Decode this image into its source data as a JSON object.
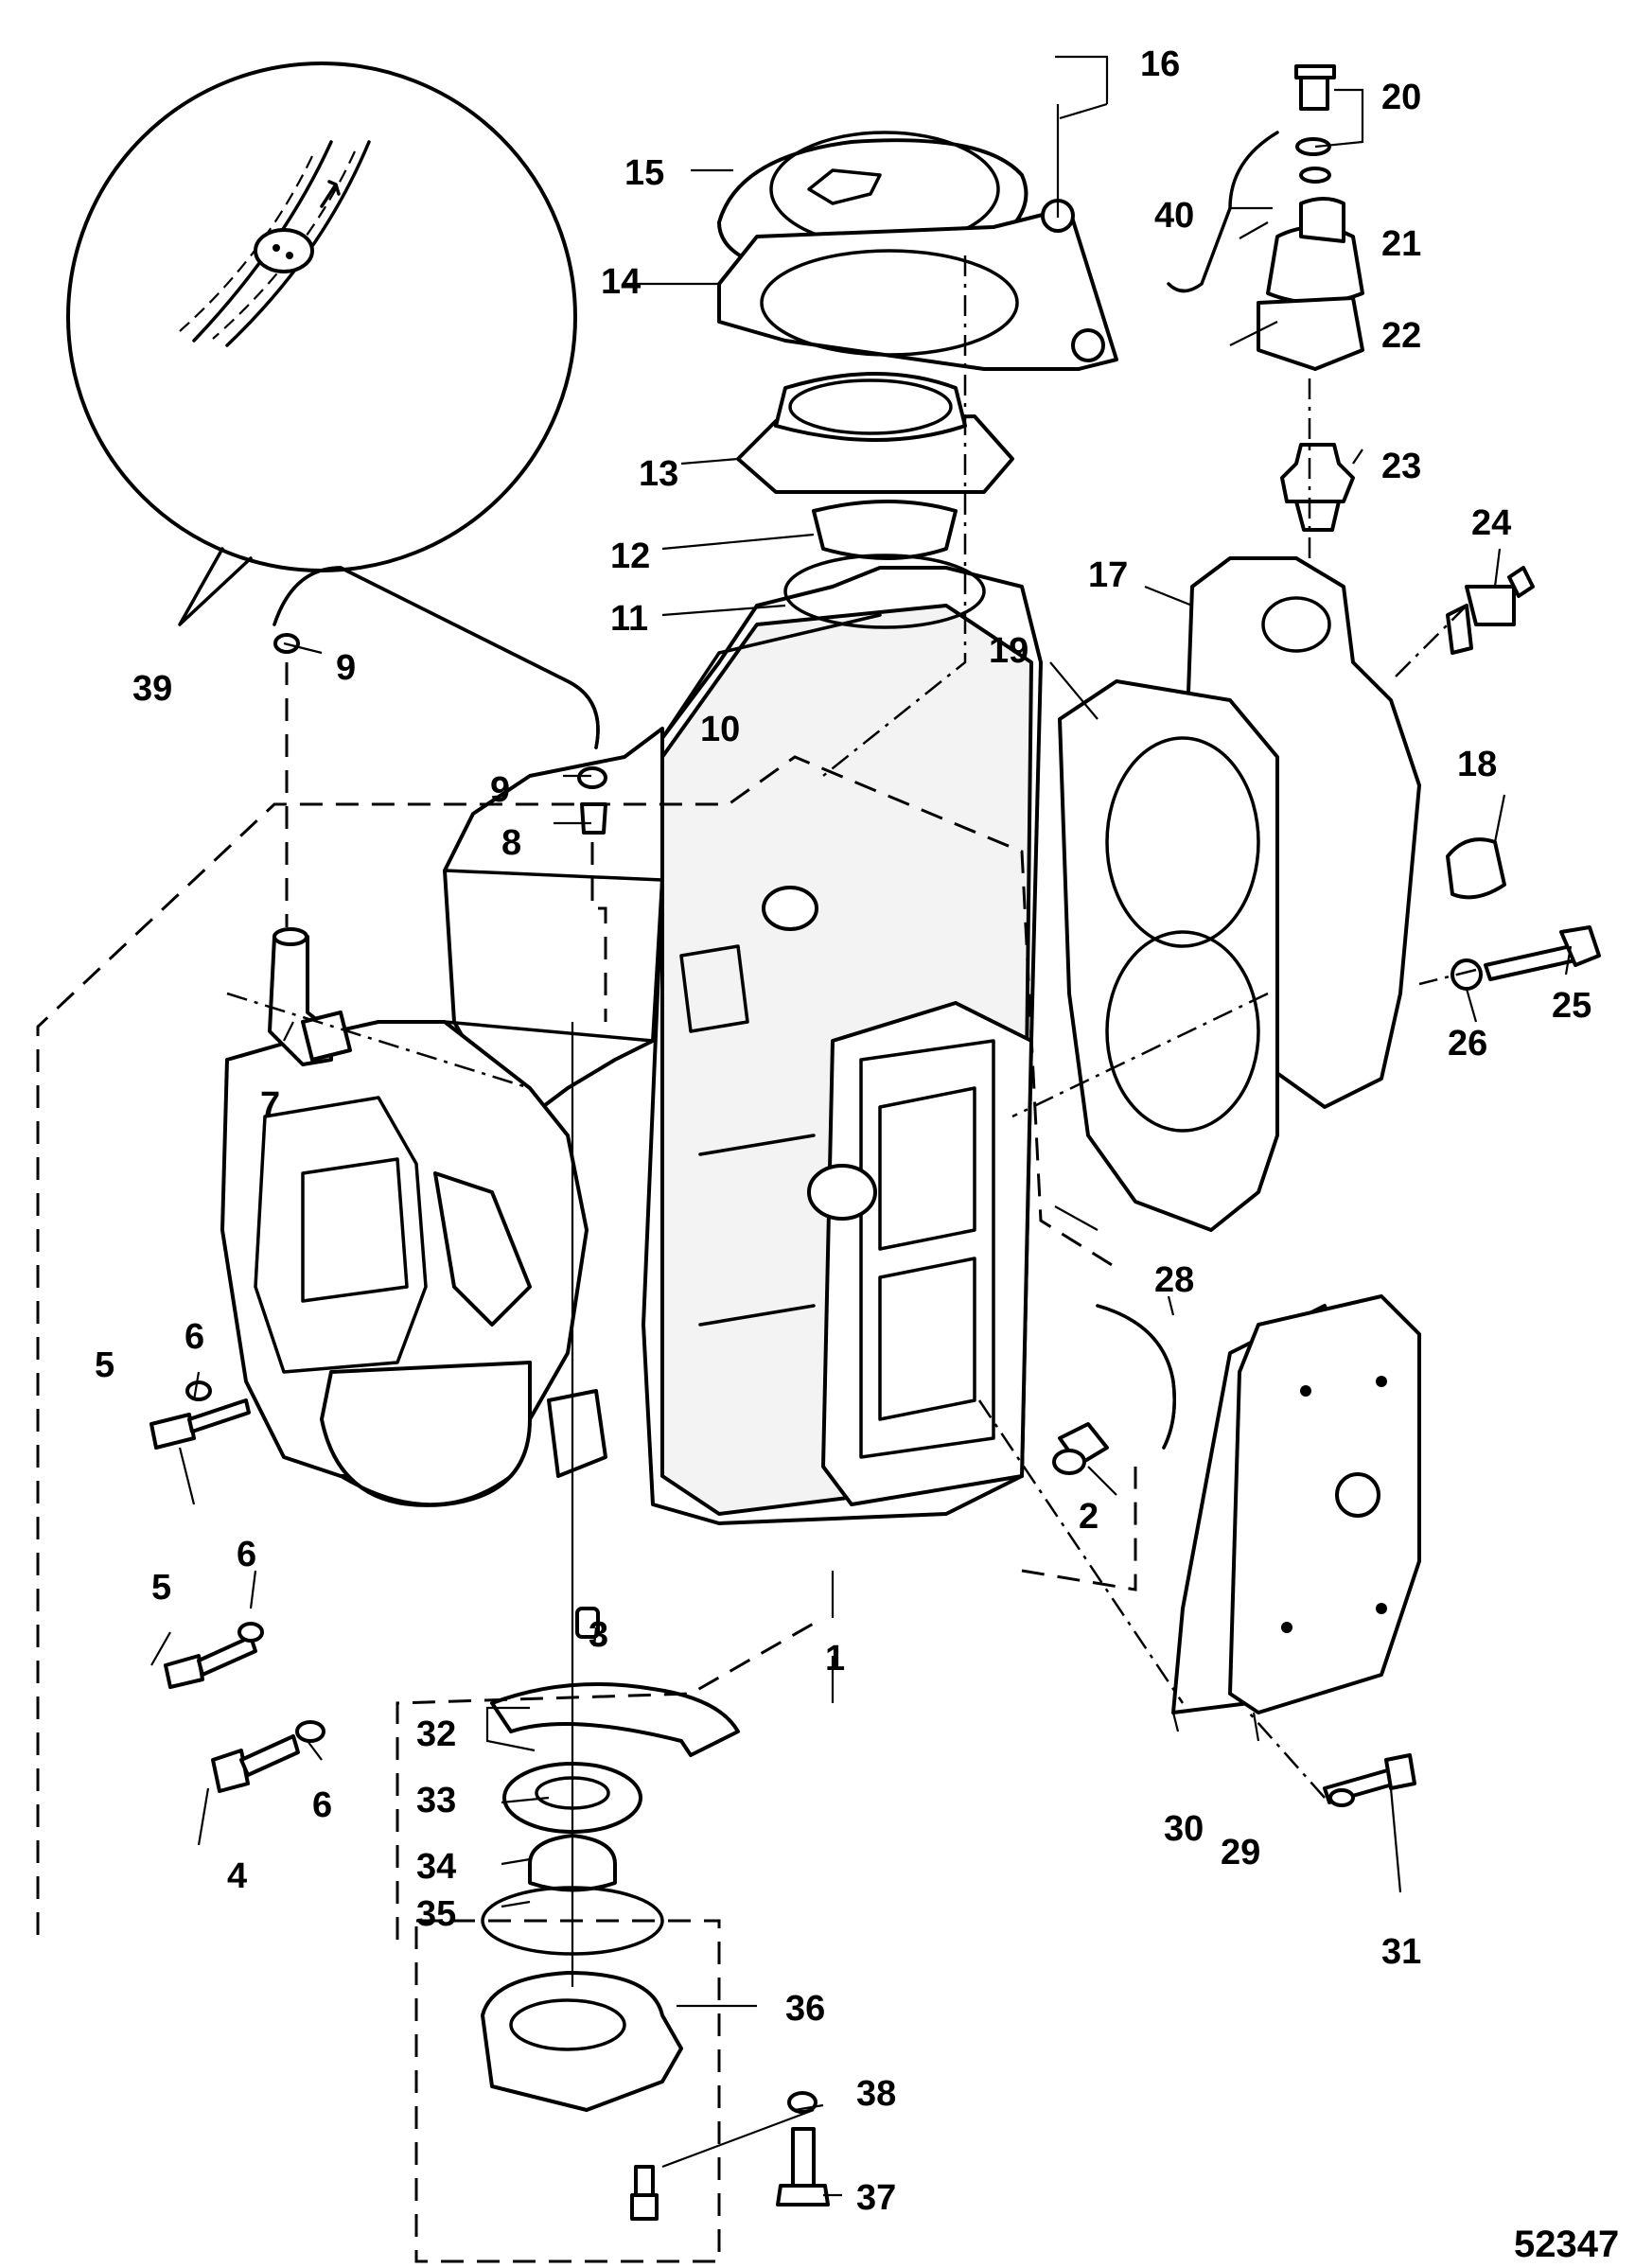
{
  "figure_number": "52347",
  "callouts": {
    "c1": "1",
    "c2": "2",
    "c3": "3",
    "c4": "4",
    "c5a": "5",
    "c5b": "5",
    "c6a": "6",
    "c6b": "6",
    "c6c": "6",
    "c7": "7",
    "c8": "8",
    "c9a": "9",
    "c9b": "9",
    "c10": "10",
    "c11": "11",
    "c12": "12",
    "c13": "13",
    "c14": "14",
    "c15": "15",
    "c16": "16",
    "c17": "17",
    "c18": "18",
    "c19": "19",
    "c20": "20",
    "c21": "21",
    "c22": "22",
    "c23": "23",
    "c24": "24",
    "c25": "25",
    "c26": "26",
    "c28": "28",
    "c29": "29",
    "c30": "30",
    "c31": "31",
    "c32": "32",
    "c33": "33",
    "c34": "34",
    "c35": "35",
    "c36": "36",
    "c37": "37",
    "c38": "38",
    "c39": "39",
    "c40": "40"
  },
  "colors": {
    "ink": "#000000",
    "paper": "#ffffff"
  }
}
